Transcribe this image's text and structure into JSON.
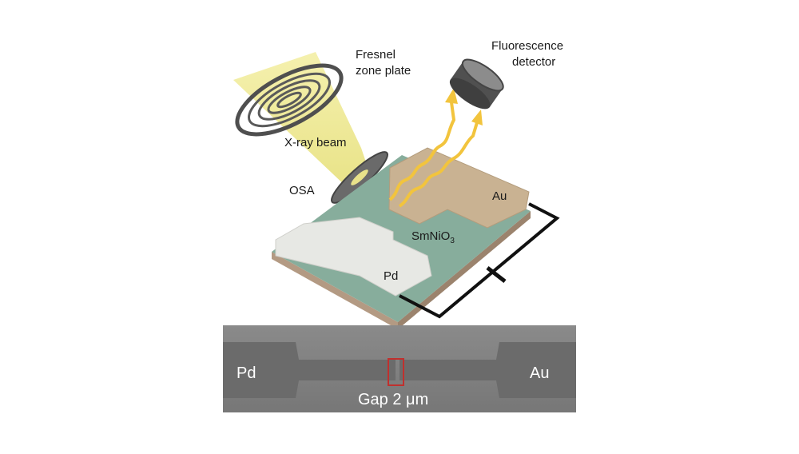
{
  "diagram": {
    "labels": {
      "fresnel_line1": "Fresnel",
      "fresnel_line2": "zone plate",
      "detector_line1": "Fluorescence",
      "detector_line2": "detector",
      "xray_beam": "X-ray beam",
      "osa": "OSA",
      "au_electrode": "Au",
      "smnio3_main": "SmNiO",
      "smnio3_sub": "3",
      "pd_electrode": "Pd"
    },
    "colors": {
      "beam": "#e9e27a",
      "substrate_top": "#87ad9c",
      "substrate_side": "#b39a83",
      "au_pad": "#c9b292",
      "pd_pad": "#e7e8e4",
      "fluorescence": "#f2c43d",
      "wire": "#111111"
    }
  },
  "sem": {
    "left_label": "Pd",
    "right_label": "Au",
    "gap_label": "Gap 2 μm",
    "highlight_color": "#c0302e"
  }
}
